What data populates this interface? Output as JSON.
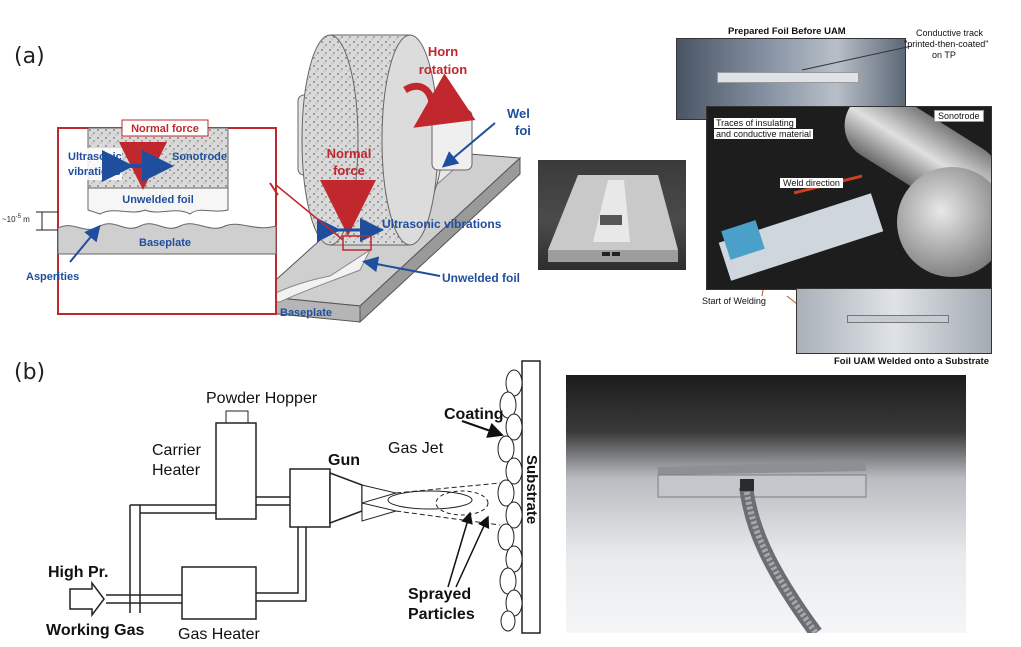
{
  "panel_a": {
    "label": "(a)",
    "uam": {
      "normal_force_box": "Normal force",
      "sonotrode": "Sonotrode",
      "ultrasonic_vibrations_inset_1": "Ultrasonic",
      "ultrasonic_vibrations_inset_2": "vibrations",
      "unwelded_foil_inset": "Unwelded foil",
      "baseplate_inset": "Baseplate",
      "scale": "~10",
      "scale_exp": "-5",
      "scale_unit": " m",
      "asperities": "Asperities",
      "horn_rotation_1": "Horn",
      "horn_rotation_2": "rotation",
      "welded_foil_1": "Welded",
      "welded_foil_2": "foil",
      "normal_force_1": "Normal",
      "normal_force_2": "force",
      "ultrasonic_vibrations": "Ultrasonic vibrations",
      "unwelded_foil": "Unwelded foil",
      "baseplate": "Baseplate"
    },
    "photo_collage": {
      "top_title": "Prepared Foil Before UAM",
      "conductive_track_1": "Conductive track",
      "conductive_track_2": "\"printed-then-coated\"",
      "conductive_track_3": "on TP",
      "traces_1": "Traces of insulating",
      "traces_2": "and conductive material",
      "sonotrode": "Sonotrode",
      "weld_direction": "Weld direction",
      "start_of_welding": "Start of Welding",
      "bottom_title": "Foil UAM Welded onto a Substrate"
    }
  },
  "panel_b": {
    "label": "(b)",
    "cold_spray": {
      "powder_hopper": "Powder Hopper",
      "carrier_heater_1": "Carrier",
      "carrier_heater_2": "Heater",
      "gun": "Gun",
      "gas_jet": "Gas Jet",
      "coating": "Coating",
      "substrate": "Substrate",
      "high_pr": "High Pr.",
      "working_gas": "Working Gas",
      "gas_heater": "Gas Heater",
      "sprayed_1": "Sprayed",
      "sprayed_2": "Particles"
    }
  },
  "colors": {
    "label_red": "#c0282d",
    "label_blue": "#1f4e9e",
    "inset_border": "#c0282d"
  }
}
